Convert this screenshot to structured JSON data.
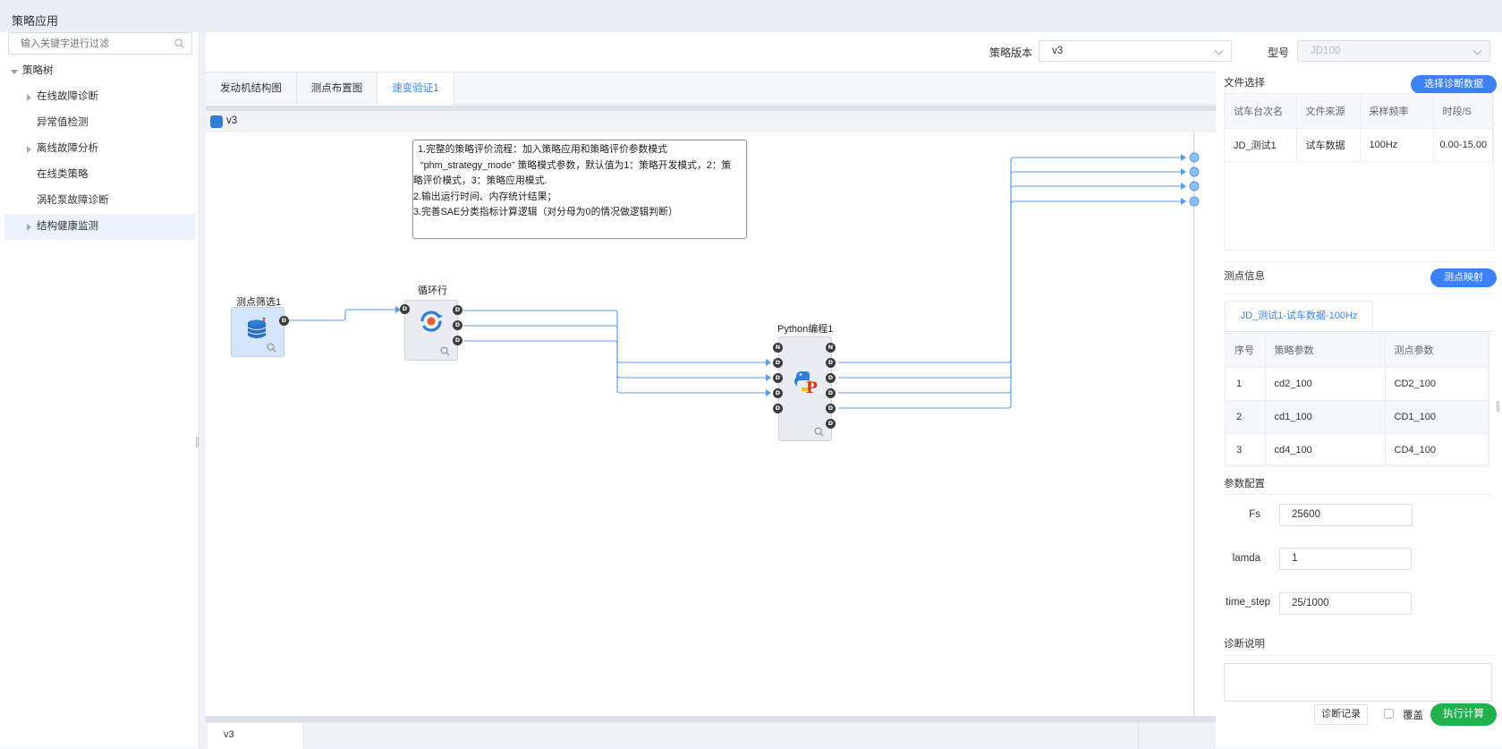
{
  "app": {
    "title": "策略应用"
  },
  "sidebar": {
    "search_placeholder": "输入关键字进行过滤",
    "root": "策略树",
    "items": [
      {
        "label": "在线故障诊断",
        "expandable": true
      },
      {
        "label": "异常值检测",
        "expandable": false
      },
      {
        "label": "离线故障分析",
        "expandable": true
      },
      {
        "label": "在线类策略",
        "expandable": false
      },
      {
        "label": "涡轮泵故障诊断",
        "expandable": false
      },
      {
        "label": "结构健康监测",
        "expandable": true,
        "selected": true
      }
    ]
  },
  "header": {
    "version_label": "策略版本",
    "version_value": "v3",
    "model_label": "型号",
    "model_value": "JD100"
  },
  "tabs": [
    {
      "label": "发动机结构图",
      "active": false
    },
    {
      "label": "测点布置图",
      "active": false
    },
    {
      "label": "速变验证1",
      "active": true
    }
  ],
  "canvas": {
    "version_tag": "v3",
    "note_lines": [
      "1.完整的策略评价流程：加入策略应用和策略评价参数模式",
      "“phm_strategy_mode” 策略模式参数，默认值为1：策略开发模式，2：策",
      "略评价模式，3：策略应用模式.",
      "2.输出运行时间、内存统计结果；",
      "3.完善SAE分类指标计算逻辑（对分母为0的情况做逻辑判断）"
    ],
    "nodes": [
      {
        "label": "测点筛选1"
      },
      {
        "label": "循环行"
      },
      {
        "label": "Python编程1"
      }
    ],
    "port_labels": {
      "data": "D",
      "none": "N"
    }
  },
  "bottom_tabs": [
    {
      "label": "v3"
    }
  ],
  "file_select": {
    "title": "文件选择",
    "button": "选择诊断数据",
    "columns": [
      "试车台次名",
      "文件来源",
      "采样频率",
      "时段/S"
    ],
    "rows": [
      [
        "JD_测试1",
        "试车数据",
        "100Hz",
        "0.00-15.00"
      ]
    ]
  },
  "point_info": {
    "title": "测点信息",
    "button": "测点映射",
    "subtab": "JD_测试1-试车数据-100Hz",
    "columns": [
      "序号",
      "策略参数",
      "测点参数"
    ],
    "rows": [
      [
        "1",
        "cd2_100",
        "CD2_100"
      ],
      [
        "2",
        "cd1_100",
        "CD1_100"
      ],
      [
        "3",
        "cd4_100",
        "CD4_100"
      ]
    ]
  },
  "params": {
    "title": "参数配置",
    "items": [
      {
        "label": "Fs",
        "value": "25600"
      },
      {
        "label": "lamda",
        "value": "1"
      },
      {
        "label": "time_step",
        "value": "25/1000"
      }
    ]
  },
  "diagnosis": {
    "title": "诊断说明",
    "history_button": "诊断记录",
    "overwrite_label": "覆盖",
    "run_button": "执行计算"
  },
  "colors": {
    "accent": "#3b82f6",
    "run": "#22b14c",
    "wire": "#5b9bea"
  }
}
